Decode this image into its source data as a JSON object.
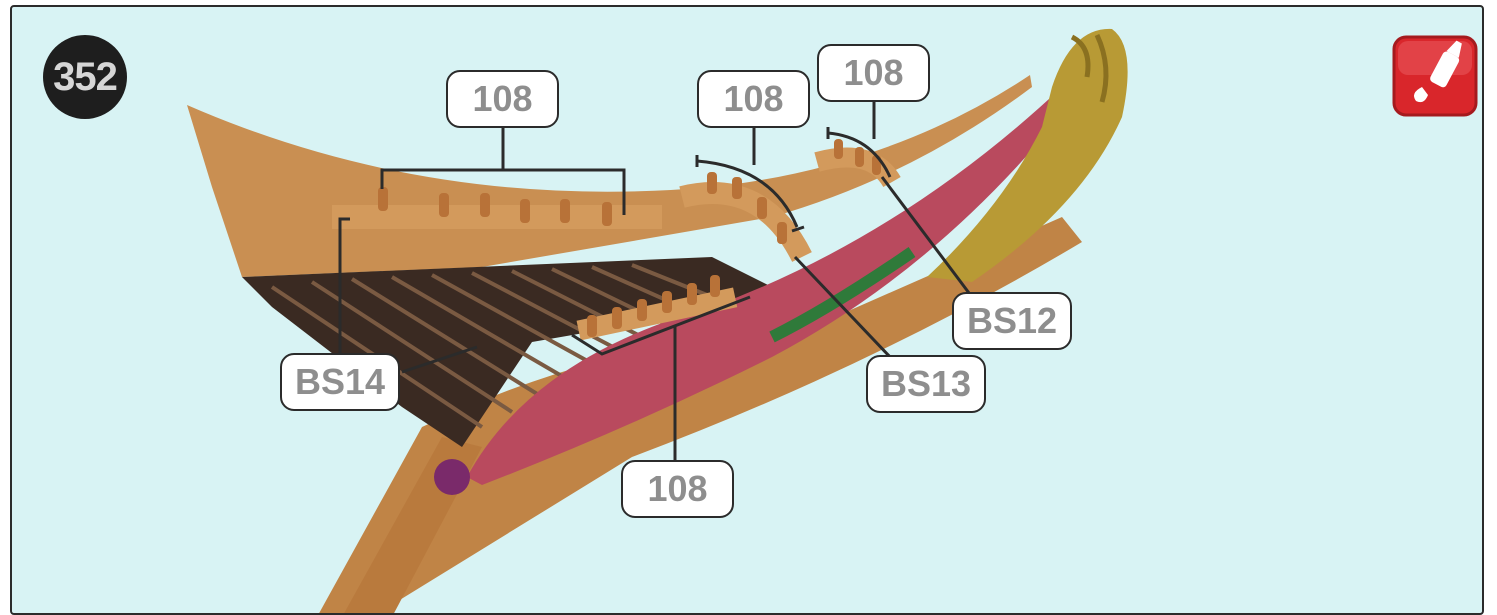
{
  "step_number": "352",
  "icons": {
    "glue": "glue-bottle-icon"
  },
  "callouts": {
    "part_108_top_left": "108",
    "part_108_mid": "108",
    "part_108_right": "108",
    "part_108_bottom": "108",
    "bs14": "BS14",
    "bs13": "BS13",
    "bs12": "BS12"
  },
  "colors": {
    "panel_background": "#d8f3f4",
    "wood": "#c98f52",
    "hull_red": "#b94a5e",
    "figurehead_gold": "#b89a35",
    "glue_red": "#d9262b"
  }
}
